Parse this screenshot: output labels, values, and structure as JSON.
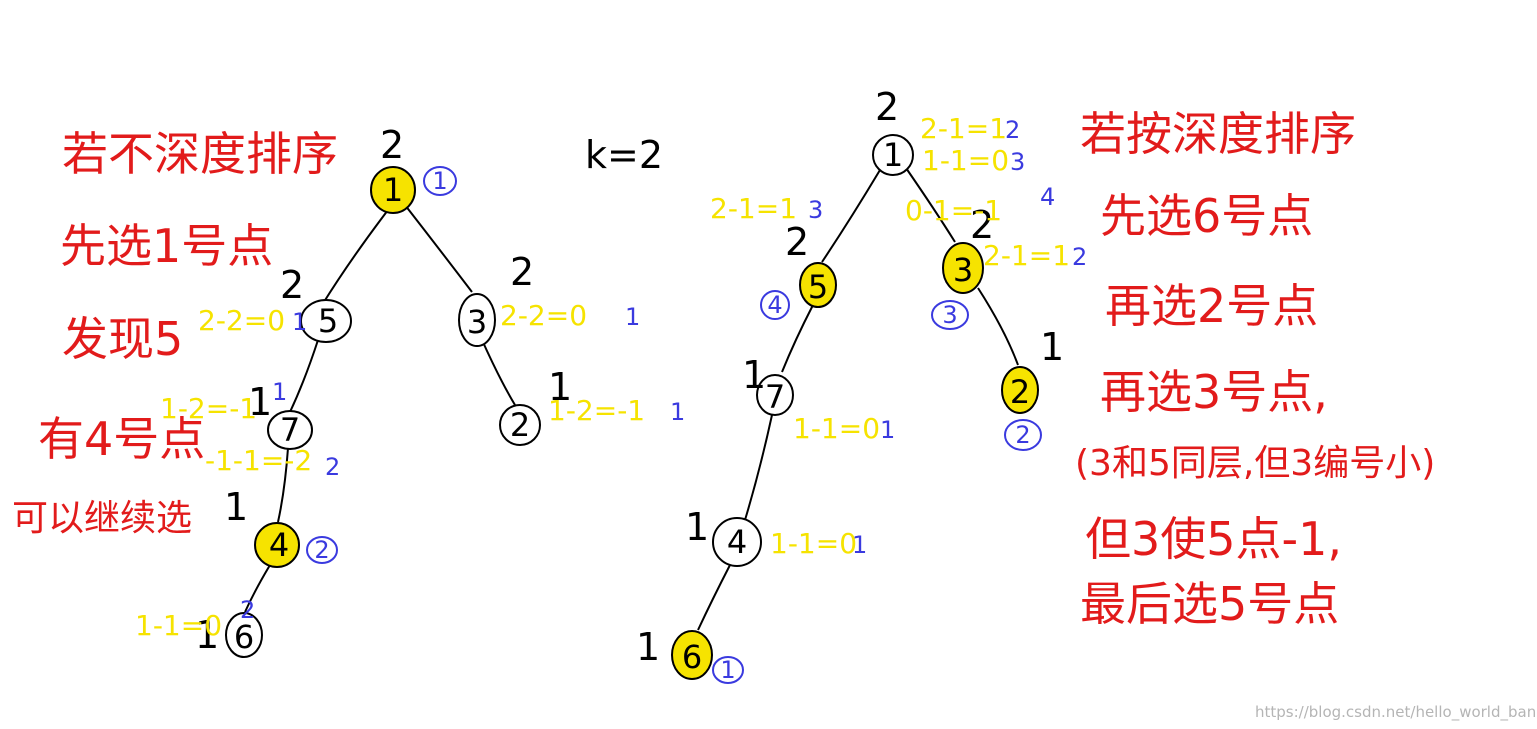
{
  "k_label": "k=2",
  "left": {
    "notes": [
      "若不深度排序",
      "先选1号点",
      "发现5",
      "有4号点",
      "可以继续选"
    ],
    "nodes": [
      {
        "label": "1",
        "depth_tag": "2",
        "yellow": "",
        "order": "1",
        "selected": true
      },
      {
        "label": "5",
        "depth_tag": "2",
        "yellow": "2-2=0",
        "order": "1",
        "selected": false
      },
      {
        "label": "3",
        "depth_tag": "2",
        "yellow": "2-2=0",
        "order": "1",
        "selected": false
      },
      {
        "label": "2",
        "depth_tag": "1",
        "yellow": "1-2=-1",
        "order": "1",
        "selected": false
      },
      {
        "label": "7",
        "depth_tag": "1",
        "yellow": "1-2=-1",
        "order": "1",
        "selected": false
      },
      {
        "label": "4",
        "depth_tag": "1",
        "yellow": "-1-1=-2",
        "order": "2",
        "selected": true
      },
      {
        "label": "6",
        "depth_tag": "1",
        "yellow": "1-1=0",
        "order": "2",
        "selected": false
      }
    ]
  },
  "right": {
    "notes": [
      "若按深度排序",
      "先选6号点",
      "再选2号点",
      "再选3号点,",
      "(3和5同层,但3编号小)",
      "但3使5点-1,",
      "最后选5号点"
    ],
    "nodes": [
      {
        "label": "1",
        "depth_tag": "2",
        "yellow": [
          "2-1=1",
          "1-1=0",
          "0-1=-1"
        ],
        "order": [
          "2",
          "3",
          "4"
        ],
        "selected": false
      },
      {
        "label": "5",
        "depth_tag": "2",
        "yellow": [
          "2-1=1"
        ],
        "order": [
          "3"
        ],
        "circled": "4",
        "selected": true
      },
      {
        "label": "3",
        "depth_tag": "2",
        "yellow": [
          "2-1=1"
        ],
        "order": [
          "2"
        ],
        "circled": "3",
        "selected": true
      },
      {
        "label": "2",
        "depth_tag": "1",
        "yellow": [],
        "order": [],
        "circled": "2",
        "selected": true
      },
      {
        "label": "7",
        "depth_tag": "1",
        "yellow": [
          "1-1=0"
        ],
        "order": [
          "1"
        ],
        "selected": false
      },
      {
        "label": "4",
        "depth_tag": "1",
        "yellow": [
          "1-1=0"
        ],
        "order": [
          "1"
        ],
        "selected": false
      },
      {
        "label": "6",
        "depth_tag": "1",
        "yellow": [],
        "order": [],
        "circled": "1",
        "selected": true
      }
    ]
  },
  "watermark": "https://blog.csdn.net/hello_world_banni",
  "colors": {
    "red": "#e21b1b",
    "yellow": "#f6e300",
    "blue": "#3a3adf",
    "node_fill_selected": "#f6e300"
  }
}
